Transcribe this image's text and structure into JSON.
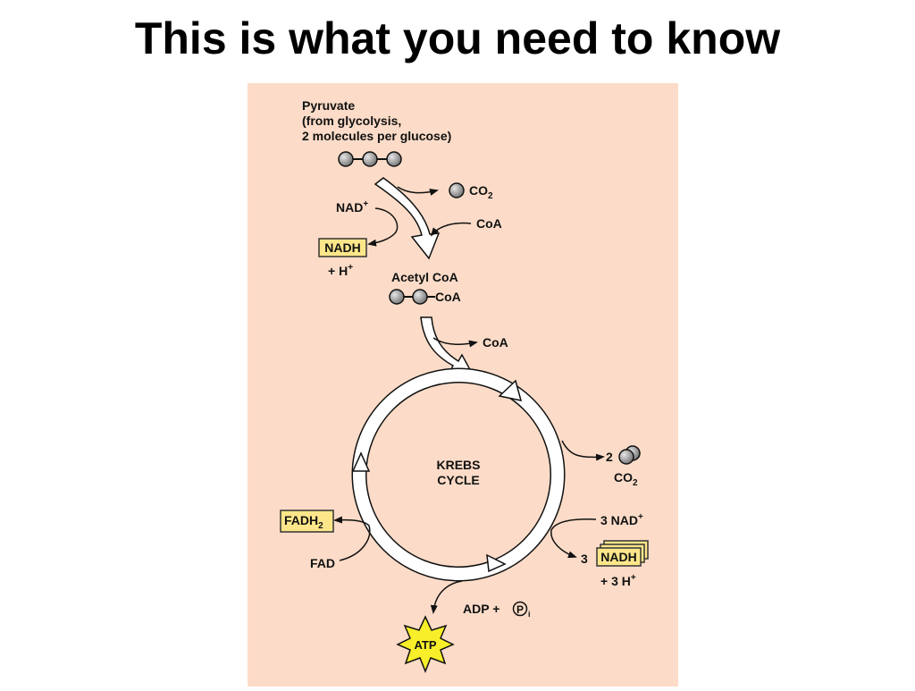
{
  "title": "This is what you need to know",
  "colors": {
    "background": "#ffffff",
    "panel": "#fcdcc8",
    "highlight_box": "#fde68a",
    "highlight_border": "#333333",
    "atp_star": "#f8ef2a",
    "molecule_ball": "#9a9a9a"
  },
  "diagram": {
    "pyruvate": {
      "line1": "Pyruvate",
      "line2": "(from glycolysis,",
      "line3": "2 molecules per glucose)"
    },
    "co2_top": {
      "label": "CO",
      "sub": "2"
    },
    "coa_in": "CoA",
    "nad_plus": {
      "label": "NAD",
      "sup": "+"
    },
    "nadh_top": "NADH",
    "h_plus_top": {
      "label": "+ H",
      "sup": "+"
    },
    "acetyl_coa": "Acetyl CoA",
    "acetyl_coa_tag": "CoA",
    "coa_out": "CoA",
    "krebs_line1": "KREBS",
    "krebs_line2": "CYCLE",
    "co2_right": {
      "count": "2",
      "label": "CO",
      "sub": "2"
    },
    "three_nad": {
      "label": "3 NAD",
      "sup": "+"
    },
    "three_nadh": {
      "count": "3",
      "label": "NADH"
    },
    "three_h": {
      "label": "+ 3 H",
      "sup": "+"
    },
    "fadh2": {
      "label": "FADH",
      "sub": "2"
    },
    "fad": "FAD",
    "adp": {
      "label": "ADP +",
      "p": "P",
      "sub": "i"
    },
    "atp": "ATP"
  }
}
